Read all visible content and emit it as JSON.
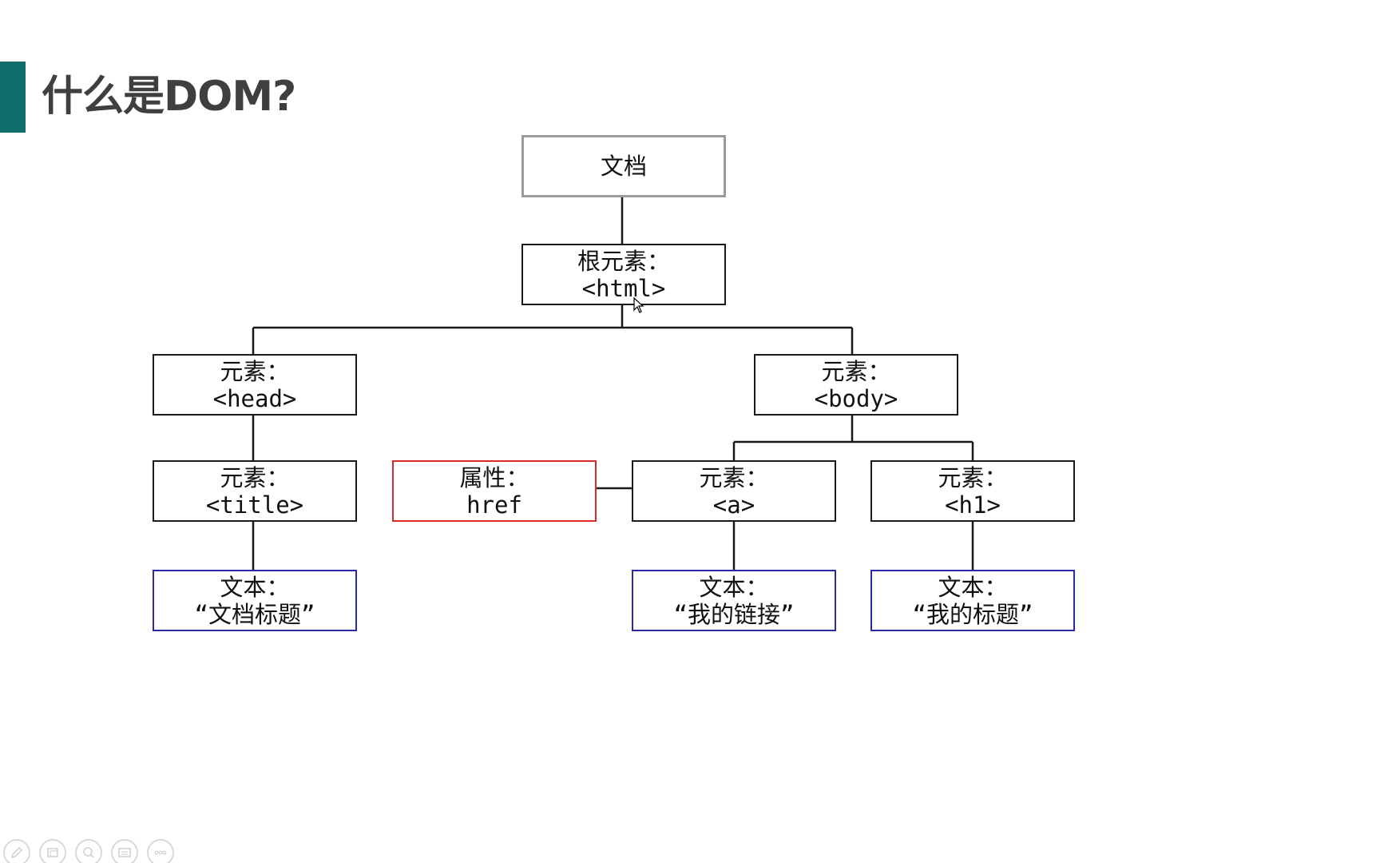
{
  "slide": {
    "title": "什么是DOM?",
    "accent_color": "#0f6d6a"
  },
  "diagram": {
    "colors": {
      "element_border": "#1a1a1a",
      "document_border": "#9a9a9a",
      "attribute_border": "#d82a2a",
      "text_border": "#2b2aa6",
      "connector": "#1a1a1a"
    },
    "nodes": {
      "document": {
        "line1": "文档"
      },
      "html": {
        "line1": "根元素：",
        "line2": "<html>"
      },
      "head": {
        "line1": "元素：",
        "line2": "<head>"
      },
      "body": {
        "line1": "元素：",
        "line2": "<body>"
      },
      "title": {
        "line1": "元素：",
        "line2": "<title>"
      },
      "href": {
        "line1": "属性：",
        "line2": "href"
      },
      "a": {
        "line1": "元素：",
        "line2": "<a>"
      },
      "h1": {
        "line1": "元素：",
        "line2": "<h1>"
      },
      "title_text": {
        "line1": "文本：",
        "line2": "“文档标题”"
      },
      "a_text": {
        "line1": "文本：",
        "line2": "“我的链接”"
      },
      "h1_text": {
        "line1": "文本：",
        "line2": "“我的标题”"
      }
    }
  },
  "toolbar": {
    "icons": [
      "pen-icon",
      "slides-icon",
      "zoom-icon",
      "subtitle-icon",
      "more-icon"
    ]
  }
}
